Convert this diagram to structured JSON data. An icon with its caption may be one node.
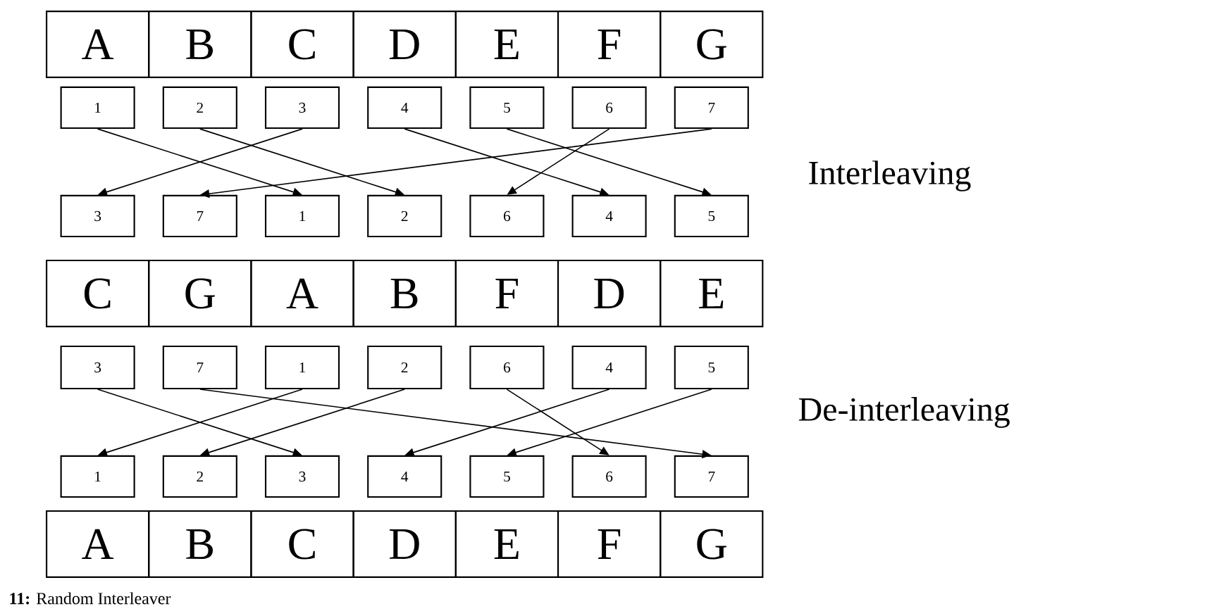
{
  "diagram": {
    "caption": "**11:** Random Interleaver",
    "nodes": [
      {
        "text": [
          "A"
        ]
      },
      {
        "text": [
          "B"
        ]
      },
      {
        "text": [
          "C"
        ]
      },
      {
        "text": [
          "D"
        ]
      },
      {
        "text": [
          "E"
        ]
      },
      {
        "text": [
          "F"
        ]
      },
      {
        "text": [
          "G"
        ]
      },
      {
        "text": [
          "1"
        ]
      },
      {
        "text": [
          "2"
        ]
      },
      {
        "text": [
          "3"
        ]
      },
      {
        "text": [
          "4"
        ]
      },
      {
        "text": [
          "5"
        ]
      },
      {
        "text": [
          "6"
        ]
      },
      {
        "text": [
          "7"
        ]
      },
      {
        "text": [
          "3"
        ]
      },
      {
        "text": [
          "7"
        ]
      },
      {
        "text": [
          "1"
        ]
      },
      {
        "text": [
          "2"
        ]
      },
      {
        "text": [
          "6"
        ]
      },
      {
        "text": [
          "4"
        ]
      },
      {
        "text": [
          "5"
        ]
      },
      {
        "text": [
          "C"
        ]
      },
      {
        "text": [
          "G"
        ]
      },
      {
        "text": [
          "A"
        ]
      },
      {
        "text": [
          "B"
        ]
      },
      {
        "text": [
          "F"
        ]
      },
      {
        "text": [
          "D"
        ]
      },
      {
        "text": [
          "E"
        ]
      },
      {
        "text": [
          "3"
        ]
      },
      {
        "text": [
          "7"
        ]
      },
      {
        "text": [
          "1"
        ]
      },
      {
        "text": [
          "2"
        ]
      },
      {
        "text": [
          "6"
        ]
      },
      {
        "text": [
          "4"
        ]
      },
      {
        "text": [
          "5"
        ]
      },
      {
        "text": [
          "1"
        ]
      },
      {
        "text": [
          "2"
        ]
      },
      {
        "text": [
          "3"
        ]
      },
      {
        "text": [
          "4"
        ]
      },
      {
        "text": [
          "5"
        ]
      },
      {
        "text": [
          "6"
        ]
      },
      {
        "text": [
          "7"
        ]
      },
      {
        "text": [
          "A"
        ]
      },
      {
        "text": [
          "B"
        ]
      },
      {
        "text": [
          "C"
        ]
      },
      {
        "text": [
          "D"
        ]
      },
      {
        "text": [
          "E"
        ]
      },
      {
        "text": [
          "F"
        ]
      },
      {
        "text": [
          "G"
        ]
      }
    ],
    "edges": [
      {
        "from": 7,
        "to": 16,
        "arrow": "to"
      },
      {
        "from": 8,
        "to": 17,
        "arrow": "to"
      },
      {
        "from": 9,
        "to": 14,
        "arrow": "to"
      },
      {
        "from": 10,
        "to": 19,
        "arrow": "to"
      },
      {
        "from": 11,
        "to": 20,
        "arrow": "to"
      },
      {
        "from": 12,
        "to": 18,
        "arrow": "to"
      },
      {
        "from": 13,
        "to": 15,
        "arrow": "to"
      },
      {
        "from": 28,
        "to": 37,
        "arrow": "to"
      },
      {
        "from": 29,
        "to": 41,
        "arrow": "to"
      },
      {
        "from": 30,
        "to": 35,
        "arrow": "to"
      },
      {
        "from": 31,
        "to": 36,
        "arrow": "to"
      },
      {
        "from": 32,
        "to": 40,
        "arrow": "to"
      },
      {
        "from": 33,
        "to": 38,
        "arrow": "to"
      },
      {
        "from": 34,
        "to": 39,
        "arrow": "to"
      }
    ],
    "labels": [
      "Interleaving",
      "De-interleaving"
    ]
  }
}
